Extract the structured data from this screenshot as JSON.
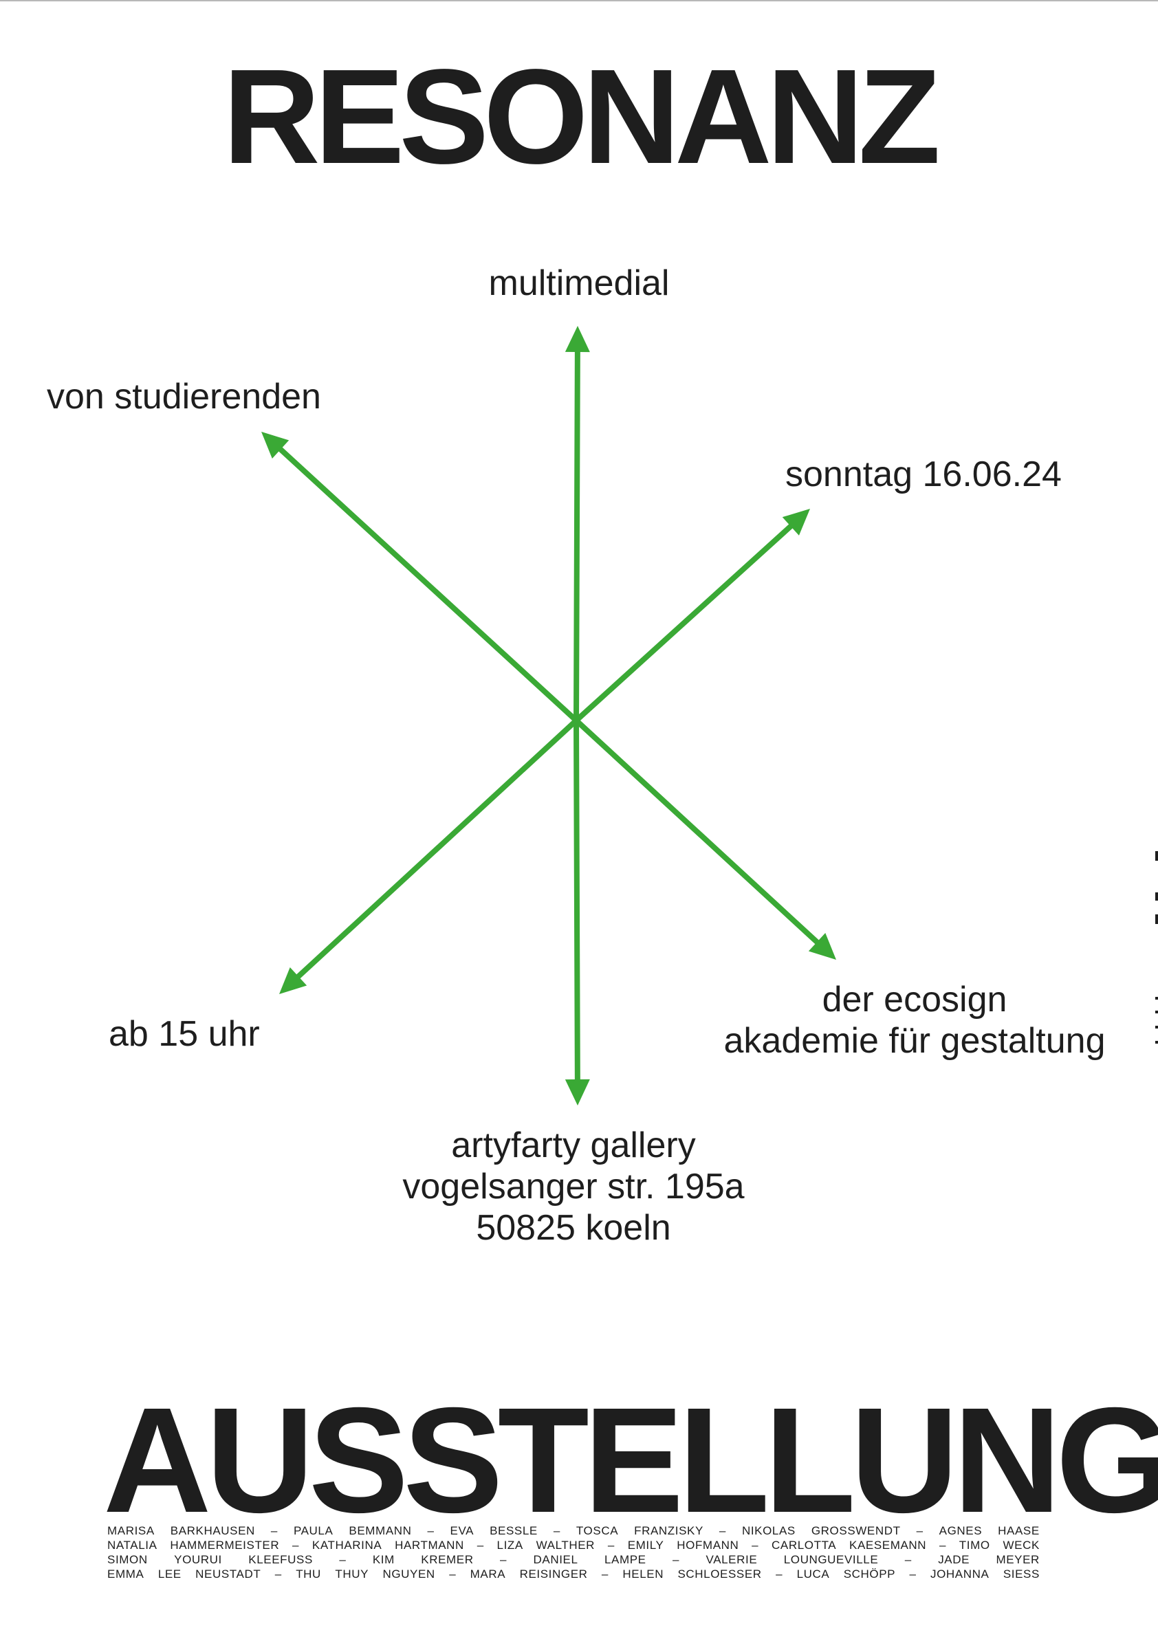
{
  "poster": {
    "title_top": "RESONANZ",
    "title_bottom": "AUSSTELLUNG",
    "accent_color": "#3aa935",
    "text_color": "#1e1e1e"
  },
  "labels": {
    "multimedial": "multimedial",
    "studierenden": "von studierenden",
    "date": "sonntag 16.06.24",
    "time": "ab 15 uhr",
    "ecosign": [
      "der ecosign",
      "akademie für gestaltung"
    ],
    "gallery": [
      "artyfarty gallery",
      "vogelsanger str. 195a",
      "50825 koeln"
    ]
  },
  "names_rows": [
    [
      "MARISA",
      "BARKHAUSEN",
      "–",
      "PAULA",
      "BEMMANN",
      "–",
      "EVA",
      "BESSLE",
      "–",
      "TOSCA",
      "FRANZISKY",
      "–",
      "NIKOLAS",
      "GROSSWENDT",
      "–",
      "AGNES",
      "HAASE"
    ],
    [
      "NATALIA",
      "HAMMERMEISTER",
      "–",
      "KATHARINA",
      "HARTMANN",
      "–",
      "LIZA",
      "WALTHER",
      "–",
      "EMILY",
      "HOFMANN",
      "–",
      "CARLOTTA",
      "KAESEMANN",
      "–",
      "TIMO",
      "WECK"
    ],
    [
      "SIMON",
      "YOURUI",
      "KLEEFUSS",
      "–",
      "KIM",
      "KREMER",
      "–",
      "DANIEL",
      "LAMPE",
      "–",
      "VALERIE",
      "LOUNGUEVILLE",
      "–",
      "JADE",
      "MEYER"
    ],
    [
      "EMMA",
      "LEE",
      "NEUSTADT",
      "–",
      "THU",
      "THUY",
      "NGUYEN",
      "–",
      "MARA",
      "REISINGER",
      "–",
      "HELEN",
      "SCHLOESSER",
      "–",
      "LUCA",
      "SCHÖPP",
      "–",
      "JOHANNA",
      "SIESS"
    ]
  ]
}
